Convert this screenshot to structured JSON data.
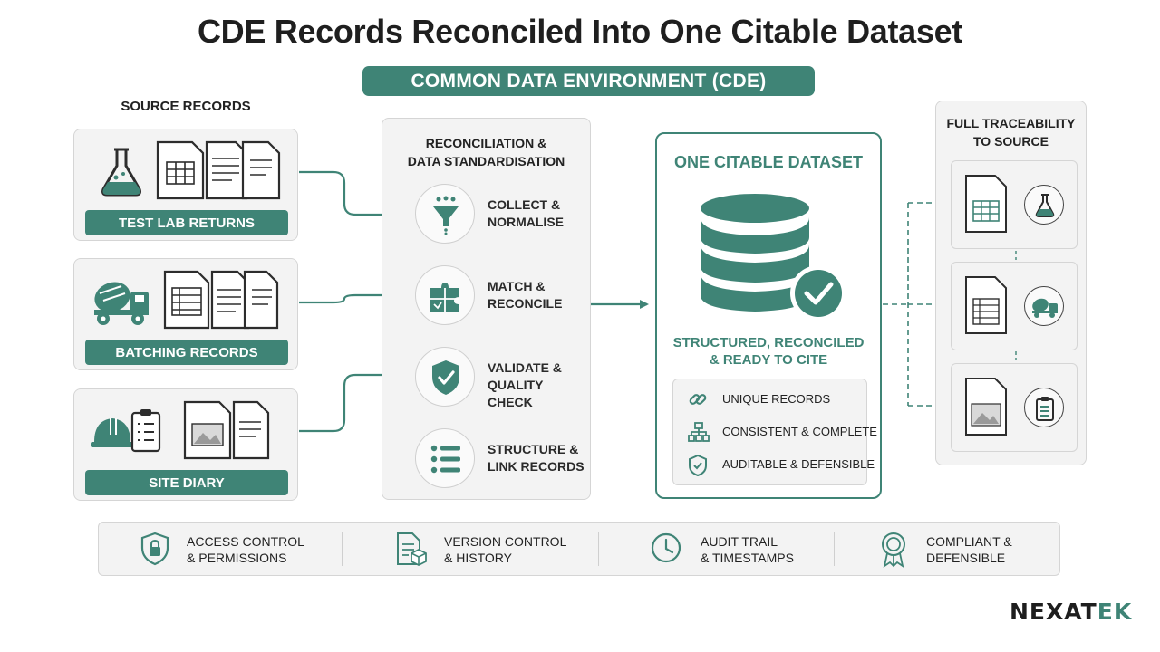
{
  "title": "CDE Records Reconciled Into One Citable Dataset",
  "cde_banner": "COMMON DATA ENVIRONMENT (CDE)",
  "source": {
    "heading": "SOURCE RECORDS",
    "items": [
      {
        "label": "TEST LAB RETURNS",
        "icon": "lab-flask-icon"
      },
      {
        "label": "BATCHING RECORDS",
        "icon": "concrete-mixer-truck-icon"
      },
      {
        "label": "SITE DIARY",
        "icon": "hardhat-clipboard-icon"
      }
    ]
  },
  "reconciliation": {
    "heading_line1": "RECONCILIATION &",
    "heading_line2": "DATA STANDARDISATION",
    "steps": [
      {
        "line1": "COLLECT &",
        "line2": "NORMALISE",
        "icon": "funnel-icon"
      },
      {
        "line1": "MATCH &",
        "line2": "RECONCILE",
        "icon": "puzzle-icon"
      },
      {
        "line1": "VALIDATE &",
        "line2": "QUALITY CHECK",
        "icon": "shield-check-icon"
      },
      {
        "line1": "STRUCTURE &",
        "line2": "LINK RECORDS",
        "icon": "list-icon"
      }
    ]
  },
  "dataset": {
    "title": "ONE CITABLE DATASET",
    "sub_line1": "STRUCTURED, RECONCILED",
    "sub_line2": "& READY TO CITE",
    "features": [
      {
        "label": "UNIQUE RECORDS",
        "icon": "link-icon"
      },
      {
        "label": "CONSISTENT & COMPLETE",
        "icon": "hierarchy-icon"
      },
      {
        "label": "AUDITABLE & DEFENSIBLE",
        "icon": "shield-check-icon"
      }
    ]
  },
  "traceability": {
    "heading_line1": "FULL TRACEABILITY",
    "heading_line2": "TO SOURCE"
  },
  "governance": [
    {
      "line1": "ACCESS CONTROL",
      "line2": "& PERMISSIONS",
      "icon": "shield-lock-icon"
    },
    {
      "line1": "VERSION CONTROL",
      "line2": "& HISTORY",
      "icon": "document-box-icon"
    },
    {
      "line1": "AUDIT TRAIL",
      "line2": "& TIMESTAMPS",
      "icon": "clock-icon"
    },
    {
      "line1": "COMPLIANT &",
      "line2": "DEFENSIBLE",
      "icon": "award-icon"
    }
  ],
  "logo": {
    "part1": "NEXAT",
    "part2": "EK"
  },
  "colors": {
    "accent": "#3f8476",
    "panel": "#f3f3f3",
    "border": "#d5d5d5"
  }
}
